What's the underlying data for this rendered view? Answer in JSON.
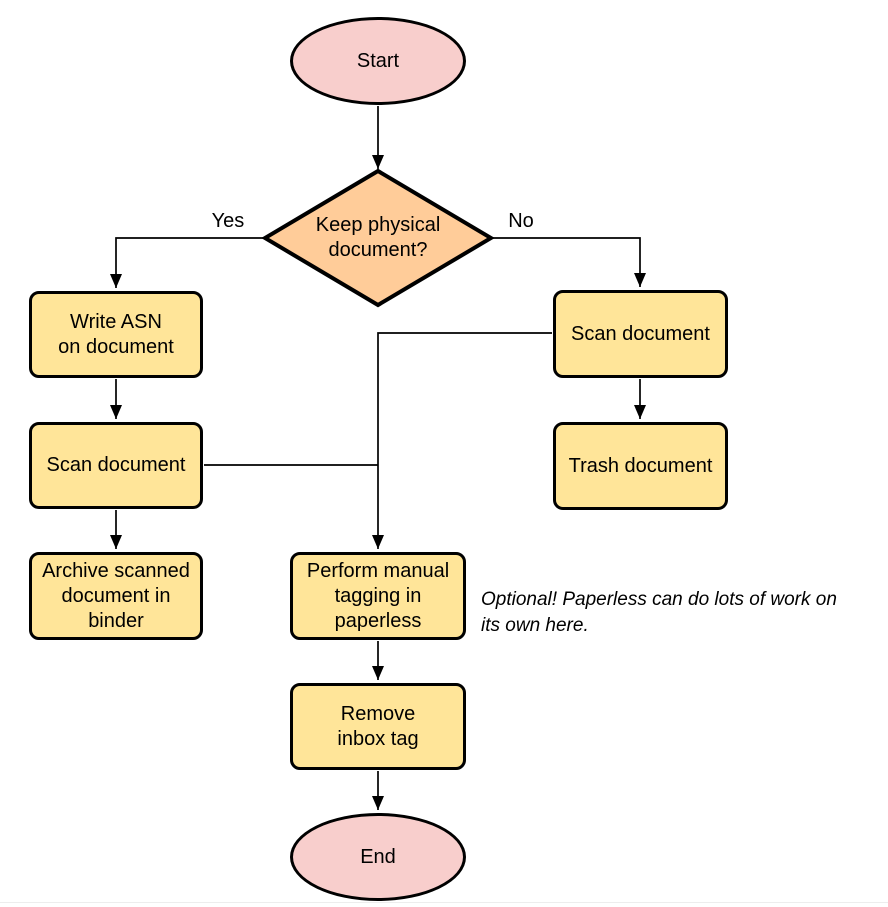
{
  "diagram": {
    "type": "flowchart",
    "nodes": {
      "start": {
        "label": "Start",
        "shape": "terminal"
      },
      "decision": {
        "label": "Keep physical\ndocument?",
        "shape": "decision"
      },
      "write_asn": {
        "label": "Write ASN\non document",
        "shape": "process"
      },
      "scan_left": {
        "label": "Scan document",
        "shape": "process"
      },
      "archive": {
        "label": "Archive scanned\ndocument in\nbinder",
        "shape": "process"
      },
      "scan_right": {
        "label": "Scan document",
        "shape": "process"
      },
      "trash": {
        "label": "Trash document",
        "shape": "process"
      },
      "tagging": {
        "label": "Perform manual\ntagging in\npaperless",
        "shape": "process"
      },
      "remove_inbox": {
        "label": "Remove\ninbox tag",
        "shape": "process"
      },
      "end": {
        "label": "End",
        "shape": "terminal"
      }
    },
    "edge_labels": {
      "yes": "Yes",
      "no": "No"
    },
    "annotation": {
      "text": "Optional! Paperless can do lots of work on\nits own here."
    }
  },
  "colors": {
    "background": "#ffffff",
    "terminal_fill": "#f8cecc",
    "decision_fill": "#ffcc99",
    "process_fill": "#ffe599",
    "stroke": "#000000",
    "divider": "#ededed"
  }
}
